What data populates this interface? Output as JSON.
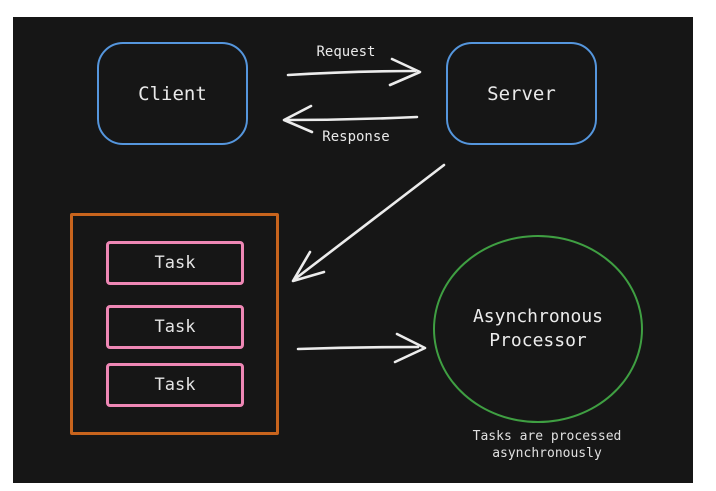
{
  "colors": {
    "page_background": "#ffffff",
    "canvas_background": "#161616",
    "node_border_blue": "#5596dd",
    "queue_border_orange": "#c8641d",
    "task_border_pink": "#ee87b5",
    "processor_border_green": "#3f9f42",
    "arrow_stroke": "#ececec",
    "text": "#e9e9e9"
  },
  "nodes": {
    "client": {
      "label": "Client"
    },
    "server": {
      "label": "Server"
    },
    "task_queue": {
      "tasks": [
        {
          "label": "Task"
        },
        {
          "label": "Task"
        },
        {
          "label": "Task"
        }
      ]
    },
    "processor": {
      "label": "Asynchronous\nProcessor"
    }
  },
  "arrows": {
    "request": {
      "label": "Request"
    },
    "response": {
      "label": "Response"
    }
  },
  "caption": {
    "text": "Tasks are processed\nasynchronously"
  }
}
